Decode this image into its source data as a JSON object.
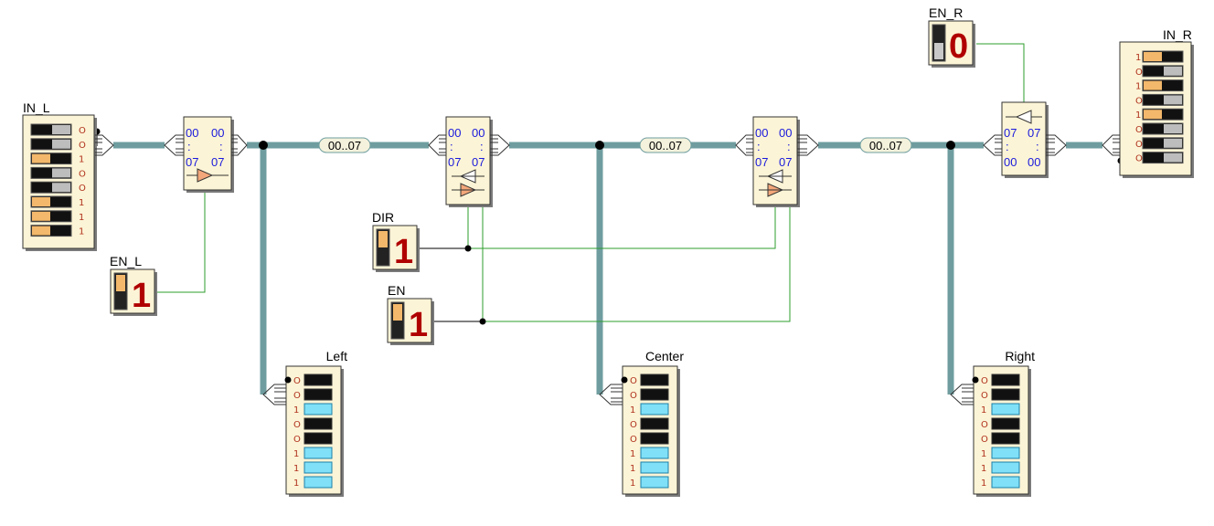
{
  "inputs": {
    "in_l": {
      "label": "IN_L",
      "bits": [
        "O",
        "O",
        "1",
        "O",
        "O",
        "1",
        "1",
        "1"
      ]
    },
    "in_r": {
      "label": "IN_R",
      "bits": [
        "1",
        "O",
        "1",
        "O",
        "1",
        "O",
        "O",
        "O"
      ]
    }
  },
  "switches": {
    "en_l": {
      "label": "EN_L",
      "value": "1"
    },
    "dir": {
      "label": "DIR",
      "value": "1"
    },
    "en": {
      "label": "EN",
      "value": "1"
    },
    "en_r": {
      "label": "EN_R",
      "value": "0"
    }
  },
  "buffers": {
    "addr_top": "00",
    "addr_bottom": "07",
    "colon": ":"
  },
  "bus_labels": [
    "00..07",
    "00..07",
    "00..07"
  ],
  "outputs": {
    "left": {
      "label": "Left",
      "bits": [
        "O",
        "O",
        "1",
        "O",
        "O",
        "1",
        "1",
        "1"
      ]
    },
    "center": {
      "label": "Center",
      "bits": [
        "O",
        "O",
        "1",
        "O",
        "O",
        "1",
        "1",
        "1"
      ]
    },
    "right": {
      "label": "Right",
      "bits": [
        "O",
        "O",
        "1",
        "O",
        "O",
        "1",
        "1",
        "1"
      ]
    }
  },
  "colors": {
    "bus": "#6f9d9f",
    "wire": "#2e9e2e",
    "panel": "#fcf4d6",
    "led_on": "#7fe0f7",
    "led_off": "#111111",
    "switch_on": "#f3b86b",
    "digit": "#b00000"
  }
}
